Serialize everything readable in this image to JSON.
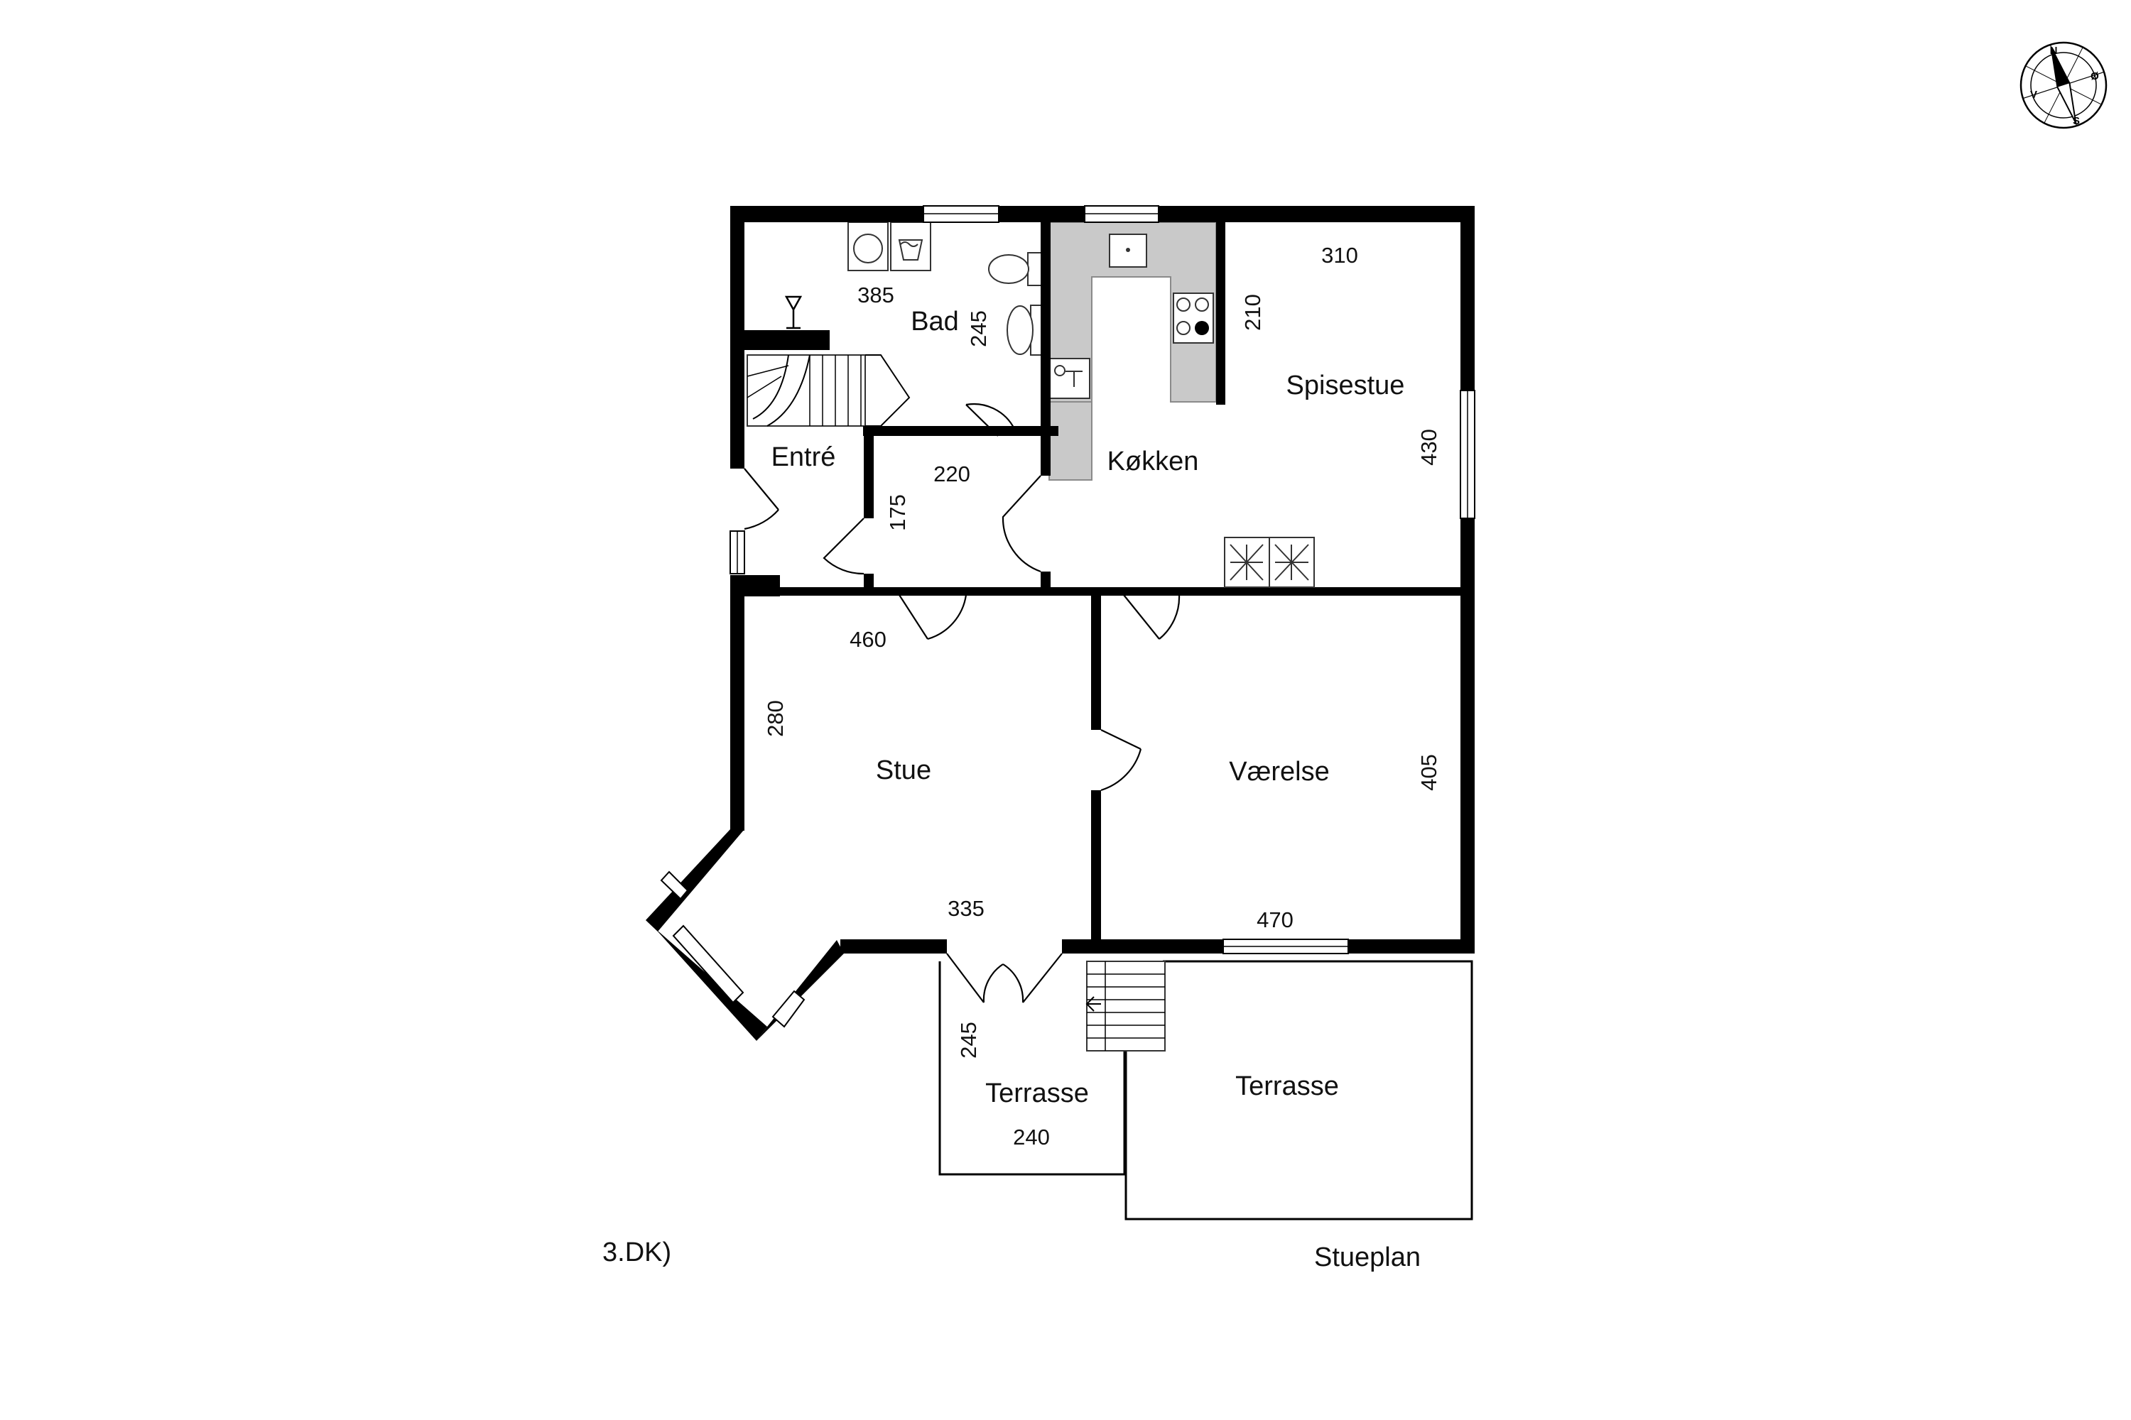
{
  "caption": {
    "code": "3.DK)",
    "floor": "Stueplan"
  },
  "compass": {
    "n": "N",
    "s": "S",
    "e": "Ø",
    "w": "V"
  },
  "rooms": {
    "bad": "Bad",
    "entre": "Entré",
    "kokken": "Køkken",
    "spisestue": "Spisestue",
    "stue": "Stue",
    "vaerelse": "Værelse",
    "terrasse_small": "Terrasse",
    "terrasse_large": "Terrasse"
  },
  "dimensions": {
    "bad_width": "385",
    "bad_depth": "245",
    "hall_width": "220",
    "hall_depth": "175",
    "spisestue_width": "310",
    "kitchen_depth": "210",
    "spisestue_depth": "430",
    "stue_width_top": "460",
    "stue_depth": "280",
    "stue_width_bottom": "335",
    "vaerelse_depth": "405",
    "vaerelse_width": "470",
    "terrasse_small_depth": "245",
    "terrasse_small_width": "240"
  }
}
